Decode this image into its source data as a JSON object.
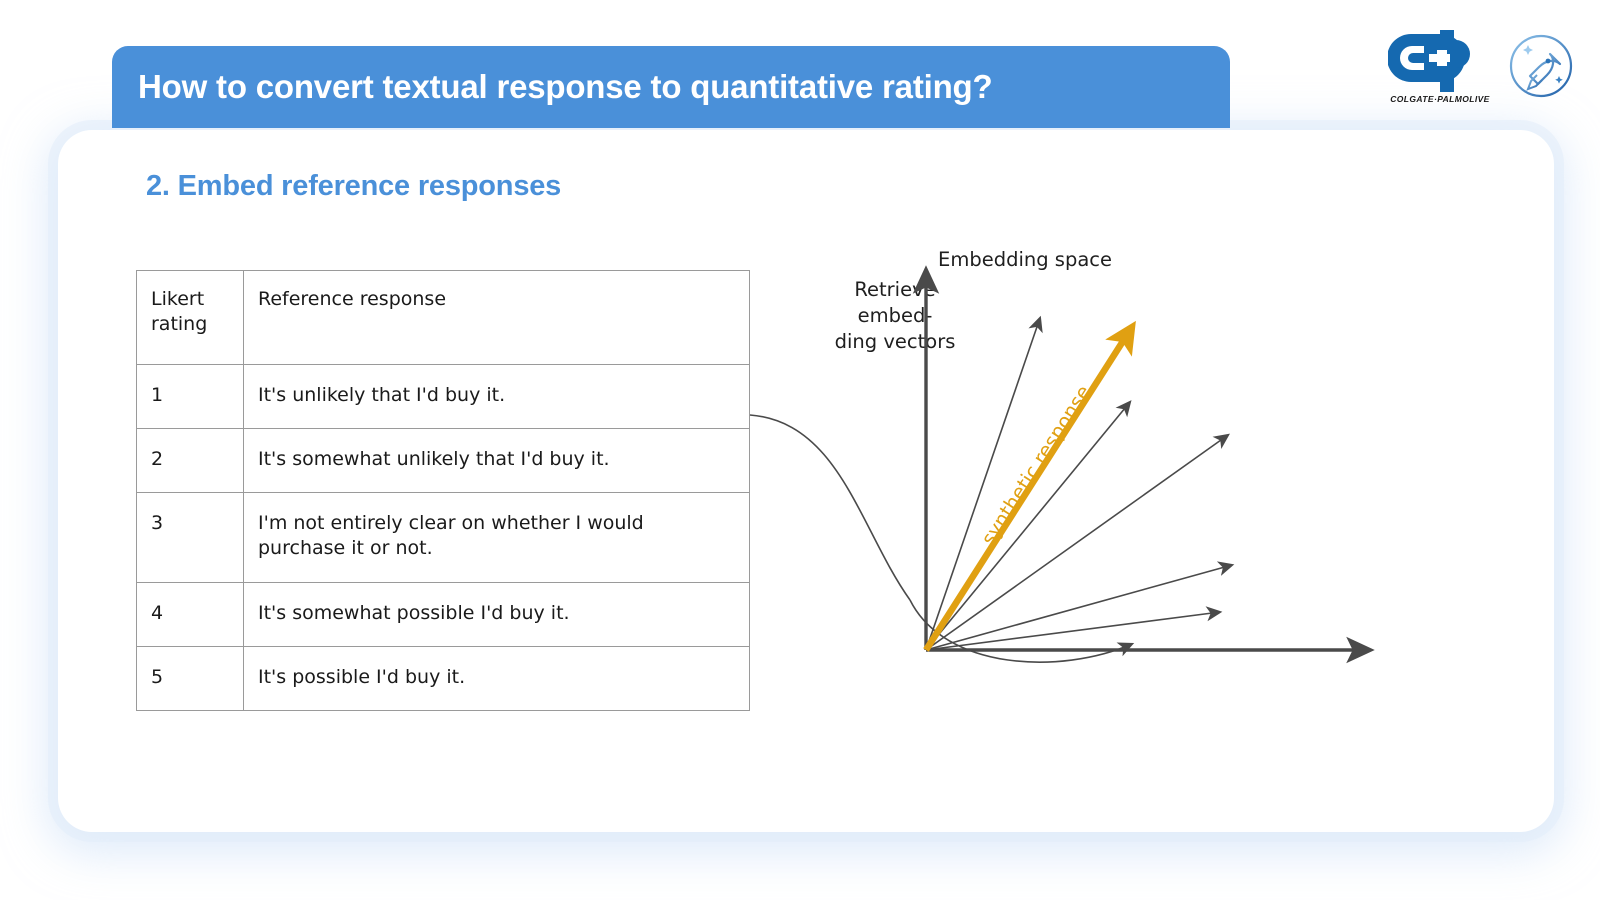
{
  "header": {
    "title": "How to convert textual response to quantitative rating?",
    "bar_color": "#4a90d9"
  },
  "branding": {
    "company_wordmark": "COLGATE·PALMOLIVE",
    "cp_monogram_color": "#1569b0",
    "rocket_badge_name": "rocket-badge-icon"
  },
  "section": {
    "subtitle": "2. Embed reference responses",
    "subtitle_color": "#4a90d9"
  },
  "table": {
    "headers": [
      "Likert rating",
      "Reference response"
    ],
    "header_rating": "Likert\nrating",
    "header_response": "Reference response",
    "rows": [
      {
        "rating": "1",
        "response": "It's unlikely that I'd buy it."
      },
      {
        "rating": "2",
        "response": "It's somewhat unlikely that I'd buy it."
      },
      {
        "rating": "3",
        "response": "I'm not entirely clear on whether I would purchase it or not."
      },
      {
        "rating": "4",
        "response": "It's somewhat possible I'd buy it."
      },
      {
        "rating": "5",
        "response": "It's possible I'd buy it."
      }
    ]
  },
  "diagram": {
    "retrieve_label": "Retrieve embed- ding vectors",
    "retrieve_label_lines": [
      "Retrieve",
      "embed-",
      "ding vectors"
    ],
    "space_label": "Embedding space",
    "synthetic_label": "synthetic response",
    "synthetic_color": "#e0a012",
    "axis_color": "#4a4a4a",
    "vector_count": 6
  }
}
